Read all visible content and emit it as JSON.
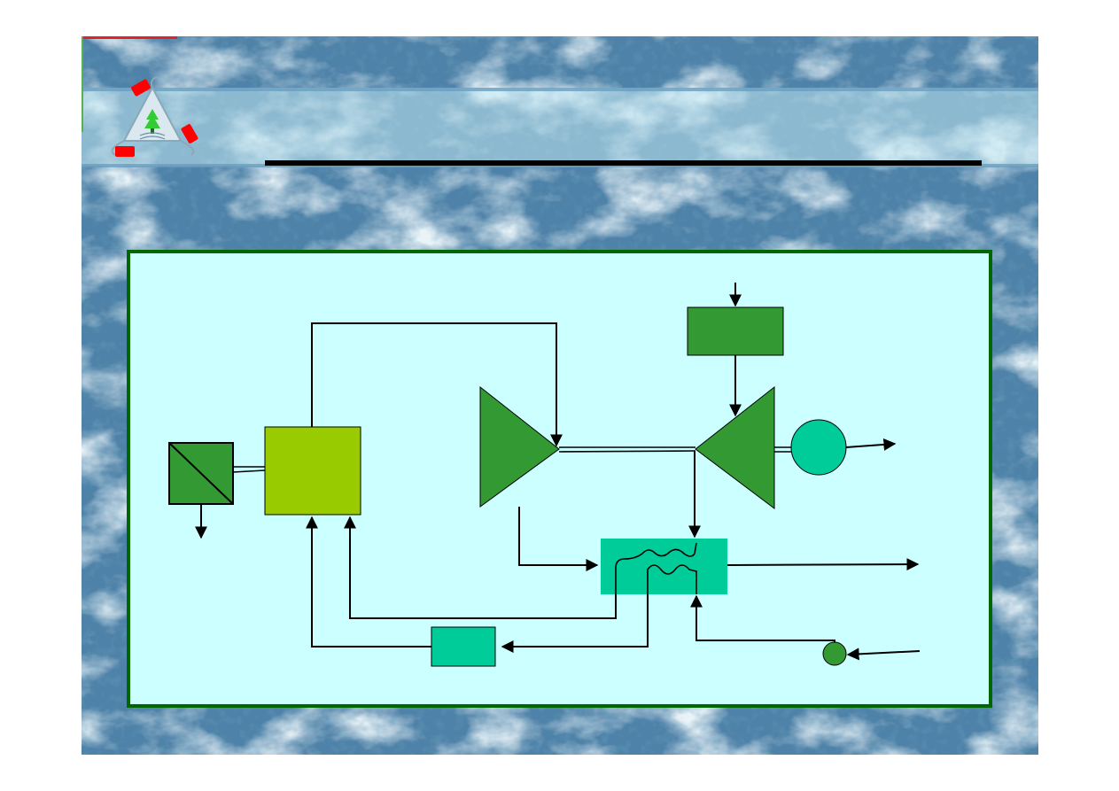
{
  "slide": {
    "logo": {
      "icon": "recycling-triangle-tree-logo"
    },
    "title_rule": {
      "icon": "title-underline"
    }
  },
  "diagram": {
    "panel": {
      "fill": "#ccffff",
      "border": "#006600"
    },
    "colors": {
      "component_dark": "#339933",
      "component_lime": "#99cc00",
      "component_teal": "#00cc99",
      "line": "#000000"
    },
    "components": [
      {
        "id": "separator",
        "shape": "square-with-diagonal",
        "icon": "separator-box-icon"
      },
      {
        "id": "boiler",
        "shape": "rectangle",
        "icon": "boiler-block"
      },
      {
        "id": "turbine",
        "shape": "triangle-right",
        "icon": "turbine-triangle-icon"
      },
      {
        "id": "compressor",
        "shape": "triangle-left",
        "icon": "compressor-triangle-icon"
      },
      {
        "id": "generator",
        "shape": "circle",
        "icon": "generator-circle-icon"
      },
      {
        "id": "top-unit",
        "shape": "rectangle",
        "icon": "top-unit-block"
      },
      {
        "id": "heat-exchanger",
        "shape": "rectangle-with-coils",
        "icon": "heat-exchanger-icon"
      },
      {
        "id": "pump-tank",
        "shape": "rectangle",
        "icon": "pump-block"
      },
      {
        "id": "feed-pump",
        "shape": "small-circle",
        "icon": "feed-pump-circle-icon"
      }
    ]
  }
}
